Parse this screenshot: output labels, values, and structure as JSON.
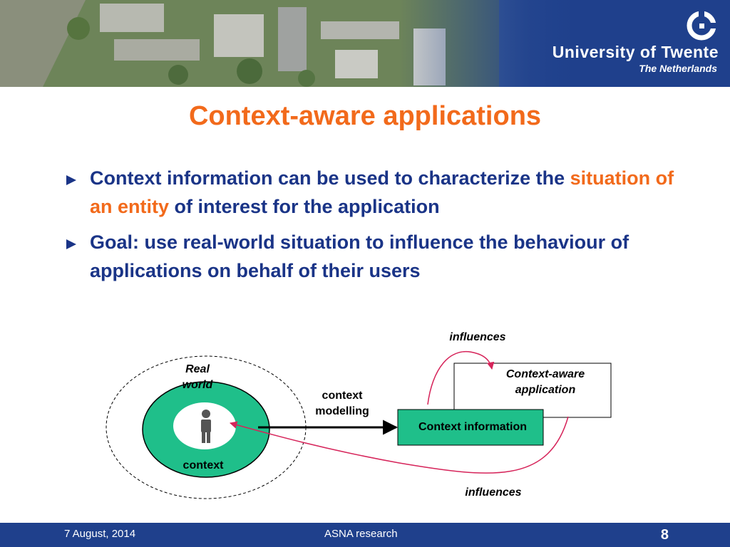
{
  "header": {
    "university": "University of Twente",
    "subtitle": "The Netherlands",
    "logo_icon": "university-logo-icon"
  },
  "slide": {
    "title": "Context-aware applications",
    "bullets": [
      {
        "before": "Context information can be used to characterize the ",
        "highlight": "situation of an entity",
        "after": " of interest for the application"
      },
      {
        "text": "Goal: use real-world situation to influence the behaviour of applications on behalf of their users"
      }
    ]
  },
  "diagram": {
    "real_world_line1": "Real",
    "real_world_line2": "world",
    "context_label": "context",
    "modelling_line1": "context",
    "modelling_line2": "modelling",
    "context_information": "Context information",
    "app_line1": "Context-aware",
    "app_line2": "application",
    "influences_top": "influences",
    "influences_bottom": "influences",
    "person_icon": "person-icon"
  },
  "footer": {
    "date": "7 August, 2014",
    "center": "ASNA research",
    "page": "8"
  },
  "colors": {
    "orange": "#f26a1b",
    "navy": "#1a3487",
    "banner_blue": "#1f408c",
    "green": "#1fbf8a",
    "arrow_red": "#d6245a"
  }
}
